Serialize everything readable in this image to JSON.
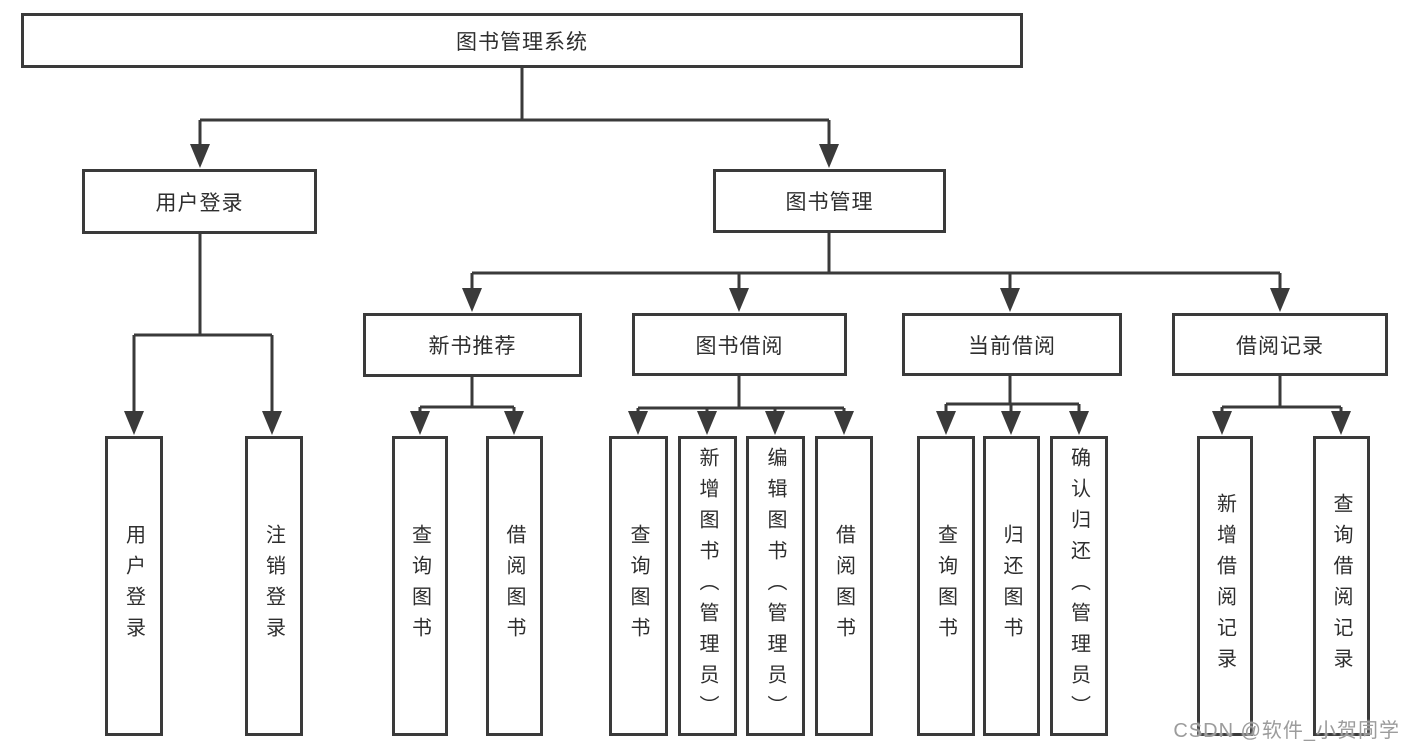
{
  "nodes": {
    "root": "图书管理系统",
    "login": "用户登录",
    "mgmt": "图书管理",
    "rec": "新书推荐",
    "borrow": "图书借阅",
    "current": "当前借阅",
    "records": "借阅记录",
    "login_user": "用户登录",
    "login_logout": "注销登录",
    "rec_query": "查询图书",
    "rec_borrow": "借阅图书",
    "borrow_query": "查询图书",
    "borrow_add": "新增图书（管理员）",
    "borrow_edit": "编辑图书（管理员）",
    "borrow_borrow": "借阅图书",
    "cur_query": "查询图书",
    "cur_return": "归还图书",
    "cur_confirm": "确认归还（管理员）",
    "records_add": "新增借阅记录",
    "records_query": "查询借阅记录"
  },
  "structure": {
    "图书管理系统": [
      "用户登录",
      "图书管理"
    ],
    "用户登录": [
      "用户登录",
      "注销登录"
    ],
    "图书管理": [
      "新书推荐",
      "图书借阅",
      "当前借阅",
      "借阅记录"
    ],
    "新书推荐": [
      "查询图书",
      "借阅图书"
    ],
    "图书借阅": [
      "查询图书",
      "新增图书（管理员）",
      "编辑图书（管理员）",
      "借阅图书"
    ],
    "当前借阅": [
      "查询图书",
      "归还图书",
      "确认归还（管理员）"
    ],
    "借阅记录": [
      "新增借阅记录",
      "查询借阅记录"
    ]
  },
  "colors": {
    "line": "#3a3a3a",
    "border": "#3a3a3a",
    "text": "#2e2e2e",
    "watermark": "#9c9c9c",
    "background": "#ffffff"
  },
  "watermark": "CSDN @软件_小贺同学"
}
